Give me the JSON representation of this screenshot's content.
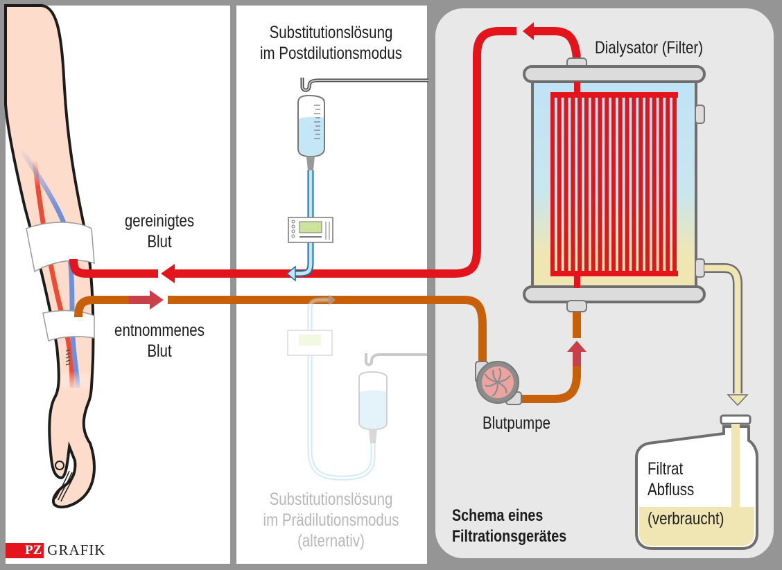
{
  "colors": {
    "clean_blood": "#e3141c",
    "drawn_blood": "#c8600a",
    "transition_blood": "#c8404a",
    "skin": "#fddccb",
    "artery": "#ee4a35",
    "vein": "#6f8fd6",
    "filtrate": "#f0e6b4",
    "dialyzer_top": "#bfe3f6",
    "solution": "#c5e6f6",
    "pump_rotor": "#eba4a0",
    "panel_bg": "#e8e8e8",
    "frame": "#959595"
  },
  "labels": {
    "post_solution": [
      "Substitutionslösung",
      "im Postdilutionsmodus"
    ],
    "pre_solution": [
      "Substitutionslösung",
      "im Prädilutionsmodus",
      "(alternativ)"
    ],
    "dialyzer": "Dialysator (Filter)",
    "clean_blood": [
      "gereinigtes",
      "Blut"
    ],
    "drawn_blood": [
      "entnommenes",
      "Blut"
    ],
    "pump": "Blutpumpe",
    "filtrate": [
      "Filtrat",
      "Abfluss"
    ],
    "filtrate_used": "(verbraucht)",
    "schema_title": [
      "Schema eines",
      "Filtrationsgerätes"
    ]
  },
  "logo": {
    "brand": "PZ",
    "text": "GRAFIK"
  }
}
